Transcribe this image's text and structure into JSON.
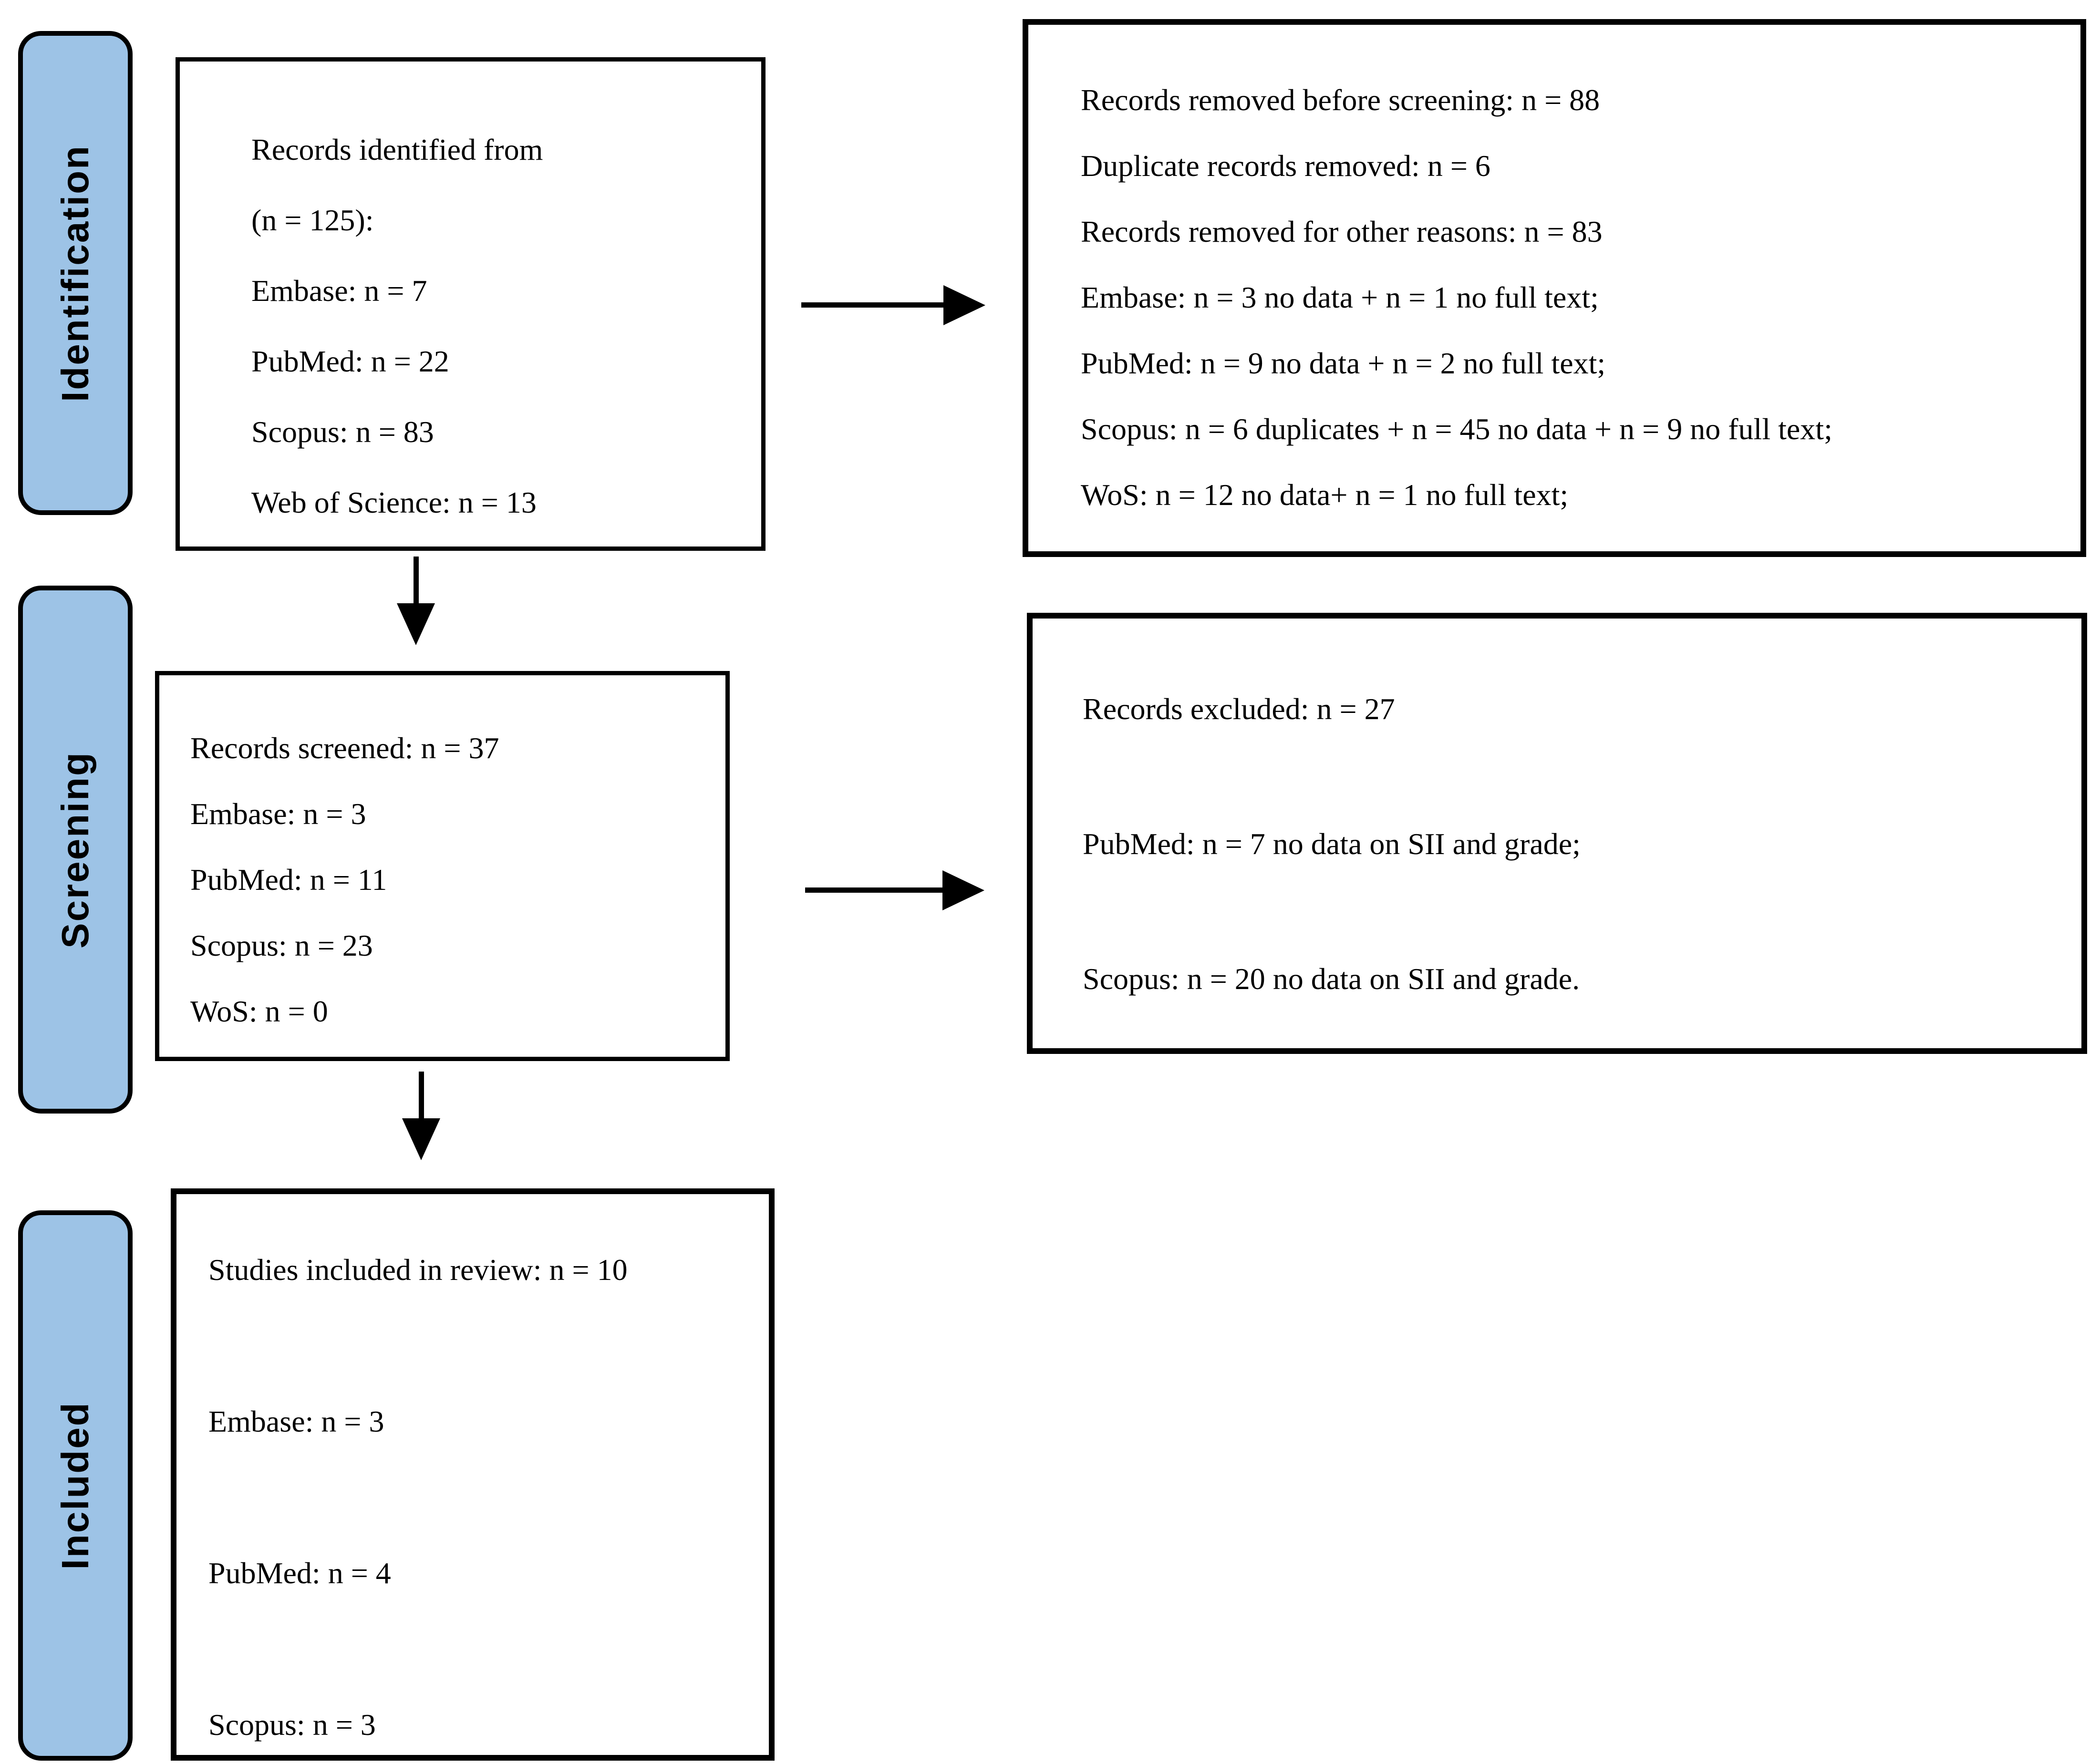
{
  "figure": {
    "type": "prisma-flow-diagram",
    "stages": [
      {
        "id": "identification",
        "label": "Identification"
      },
      {
        "id": "screening",
        "label": "Screening"
      },
      {
        "id": "included",
        "label": "Included"
      }
    ],
    "boxes": {
      "records_identified": {
        "lines": [
          "Records identified from",
          "(n = 125):",
          "Embase: n = 7",
          "PubMed: n = 22",
          "Scopus: n = 83",
          "Web of Science: n = 13"
        ]
      },
      "records_removed": {
        "lines": [
          "Records removed before screening: n = 88",
          "Duplicate records removed: n = 6",
          "Records removed for other reasons: n = 83",
          "Embase: n = 3 no data + n = 1 no full text;",
          "PubMed: n = 9 no data + n = 2 no full text;",
          "Scopus: n = 6 duplicates + n = 45 no data + n = 9 no full text;",
          "WoS: n = 12 no data+ n = 1 no full text;"
        ]
      },
      "records_screened": {
        "lines": [
          "Records screened: n = 37",
          "Embase: n = 3",
          "PubMed: n = 11",
          "Scopus: n = 23",
          "WoS: n = 0"
        ]
      },
      "records_excluded": {
        "lines": [
          "Records excluded: n = 27",
          "PubMed: n = 7 no data on SII and grade;",
          "Scopus: n = 20 no data on SII and grade."
        ]
      },
      "studies_included": {
        "lines": [
          "Studies included in review: n = 10",
          "Embase: n = 3",
          "PubMed: n = 4",
          "Scopus: n = 3"
        ]
      }
    },
    "colors": {
      "stage_fill": "#9DC3E6",
      "stage_border": "#000000",
      "box_border": "#000000",
      "box_fill": "#FFFFFF",
      "arrow": "#000000",
      "text": "#000000"
    }
  }
}
